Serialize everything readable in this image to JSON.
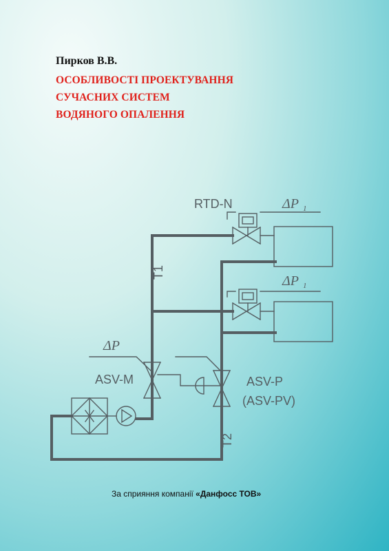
{
  "cover": {
    "author": "Пирков В.В.",
    "title_lines": [
      "ОСОБЛИВОСТІ ПРОЕКТУВАННЯ",
      "СУЧАСНИХ СИСТЕМ",
      "ВОДЯНОГО ОПАЛЕННЯ"
    ],
    "sponsor_prefix": "За сприяння компанії ",
    "sponsor_name": "«Данфосс ТОВ»"
  },
  "diagram": {
    "labels": {
      "rtd": "RTD-N",
      "dp1_top": "ΔP",
      "dp1_top_sub": "1",
      "dp1_mid": "ΔP",
      "dp1_mid_sub": "1",
      "dp": "ΔP",
      "t1": "T1",
      "t2": "T2",
      "asv_m": "ASV-M",
      "asv_p": "ASV-P",
      "asv_pv": "(ASV-PV)"
    }
  },
  "colors": {
    "title_red": "#e0211b",
    "diagram_line": "#555e62"
  }
}
